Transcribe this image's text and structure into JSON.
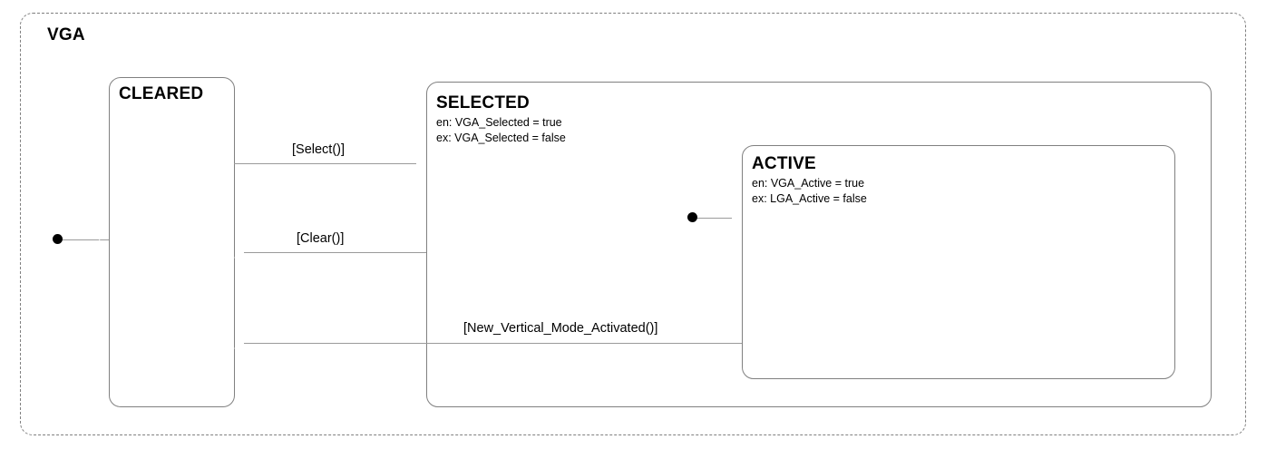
{
  "diagram": {
    "type": "uml-state-machine",
    "region": {
      "name": "VGA",
      "border_style": "dashed",
      "border_color": "#808080"
    },
    "states": [
      {
        "id": "cleared",
        "name": "CLEARED",
        "actions": []
      },
      {
        "id": "selected",
        "name": "SELECTED",
        "actions": [
          "en: VGA_Selected = true",
          "ex: VGA_Selected = false"
        ]
      },
      {
        "id": "active",
        "name": "ACTIVE",
        "actions": [
          "en: VGA_Active = true",
          "ex: LGA_Active = false"
        ]
      }
    ],
    "initial_states": [
      {
        "id": "initial-cleared",
        "target": "CLEARED"
      },
      {
        "id": "initial-active",
        "target": "ACTIVE"
      }
    ],
    "transitions": [
      {
        "id": "select",
        "label": "[Select()]",
        "from": "CLEARED",
        "to": "SELECTED"
      },
      {
        "id": "clear",
        "label": "[Clear()]",
        "from": "SELECTED",
        "to": "CLEARED"
      },
      {
        "id": "new-vertical-mode",
        "label": "[New_Vertical_Mode_Activated()]",
        "from": "ACTIVE",
        "to": "CLEARED"
      }
    ],
    "colors": {
      "state_border": "#808080",
      "connector": "#9a9a9a",
      "text": "#000000",
      "background": "#ffffff"
    }
  }
}
